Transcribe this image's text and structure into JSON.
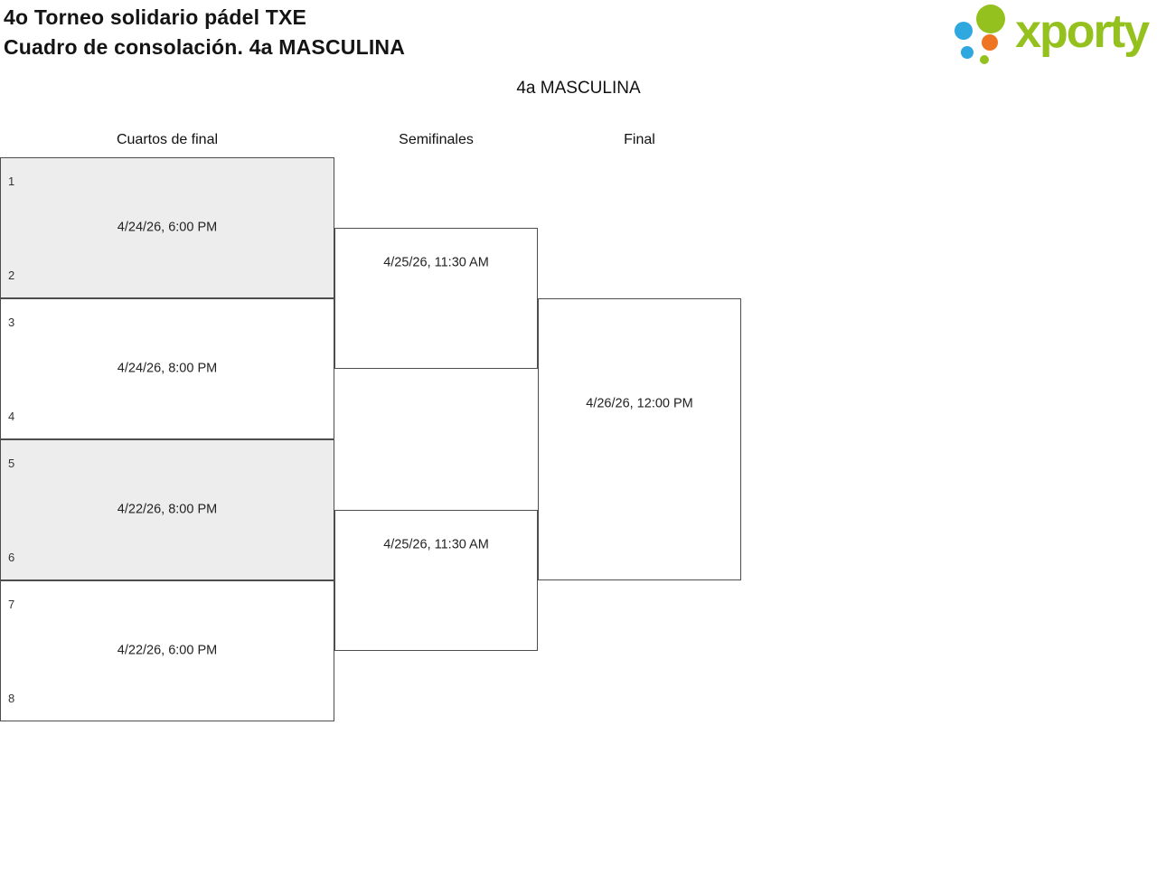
{
  "header": {
    "title_line1": "4o Torneo solidario pádel TXE",
    "title_line2": "Cuadro de consolación. 4a MASCULINA",
    "logo_text": "xporty"
  },
  "category_title": "4a MASCULINA",
  "bracket": {
    "rounds": [
      {
        "label": "Cuartos de final"
      },
      {
        "label": "Semifinales"
      },
      {
        "label": "Final"
      }
    ],
    "quarterfinals": [
      {
        "seed_top": "1",
        "seed_bottom": "2",
        "date": "4/24/26, 6:00 PM",
        "shaded": true
      },
      {
        "seed_top": "3",
        "seed_bottom": "4",
        "date": "4/24/26, 8:00 PM",
        "shaded": false
      },
      {
        "seed_top": "5",
        "seed_bottom": "6",
        "date": "4/22/26, 8:00 PM",
        "shaded": true
      },
      {
        "seed_top": "7",
        "seed_bottom": "8",
        "date": "4/22/26, 6:00 PM",
        "shaded": false
      }
    ],
    "semifinals": [
      {
        "date": "4/25/26, 11:30 AM"
      },
      {
        "date": "4/25/26, 11:30 AM"
      }
    ],
    "final": {
      "date": "4/26/26, 12:00 PM"
    }
  },
  "colors": {
    "shaded_box": "#ededed",
    "border": "#4d4d4d",
    "logo_green": "#95c11f",
    "logo_blue": "#2fa8e0",
    "logo_orange": "#ee7623"
  }
}
